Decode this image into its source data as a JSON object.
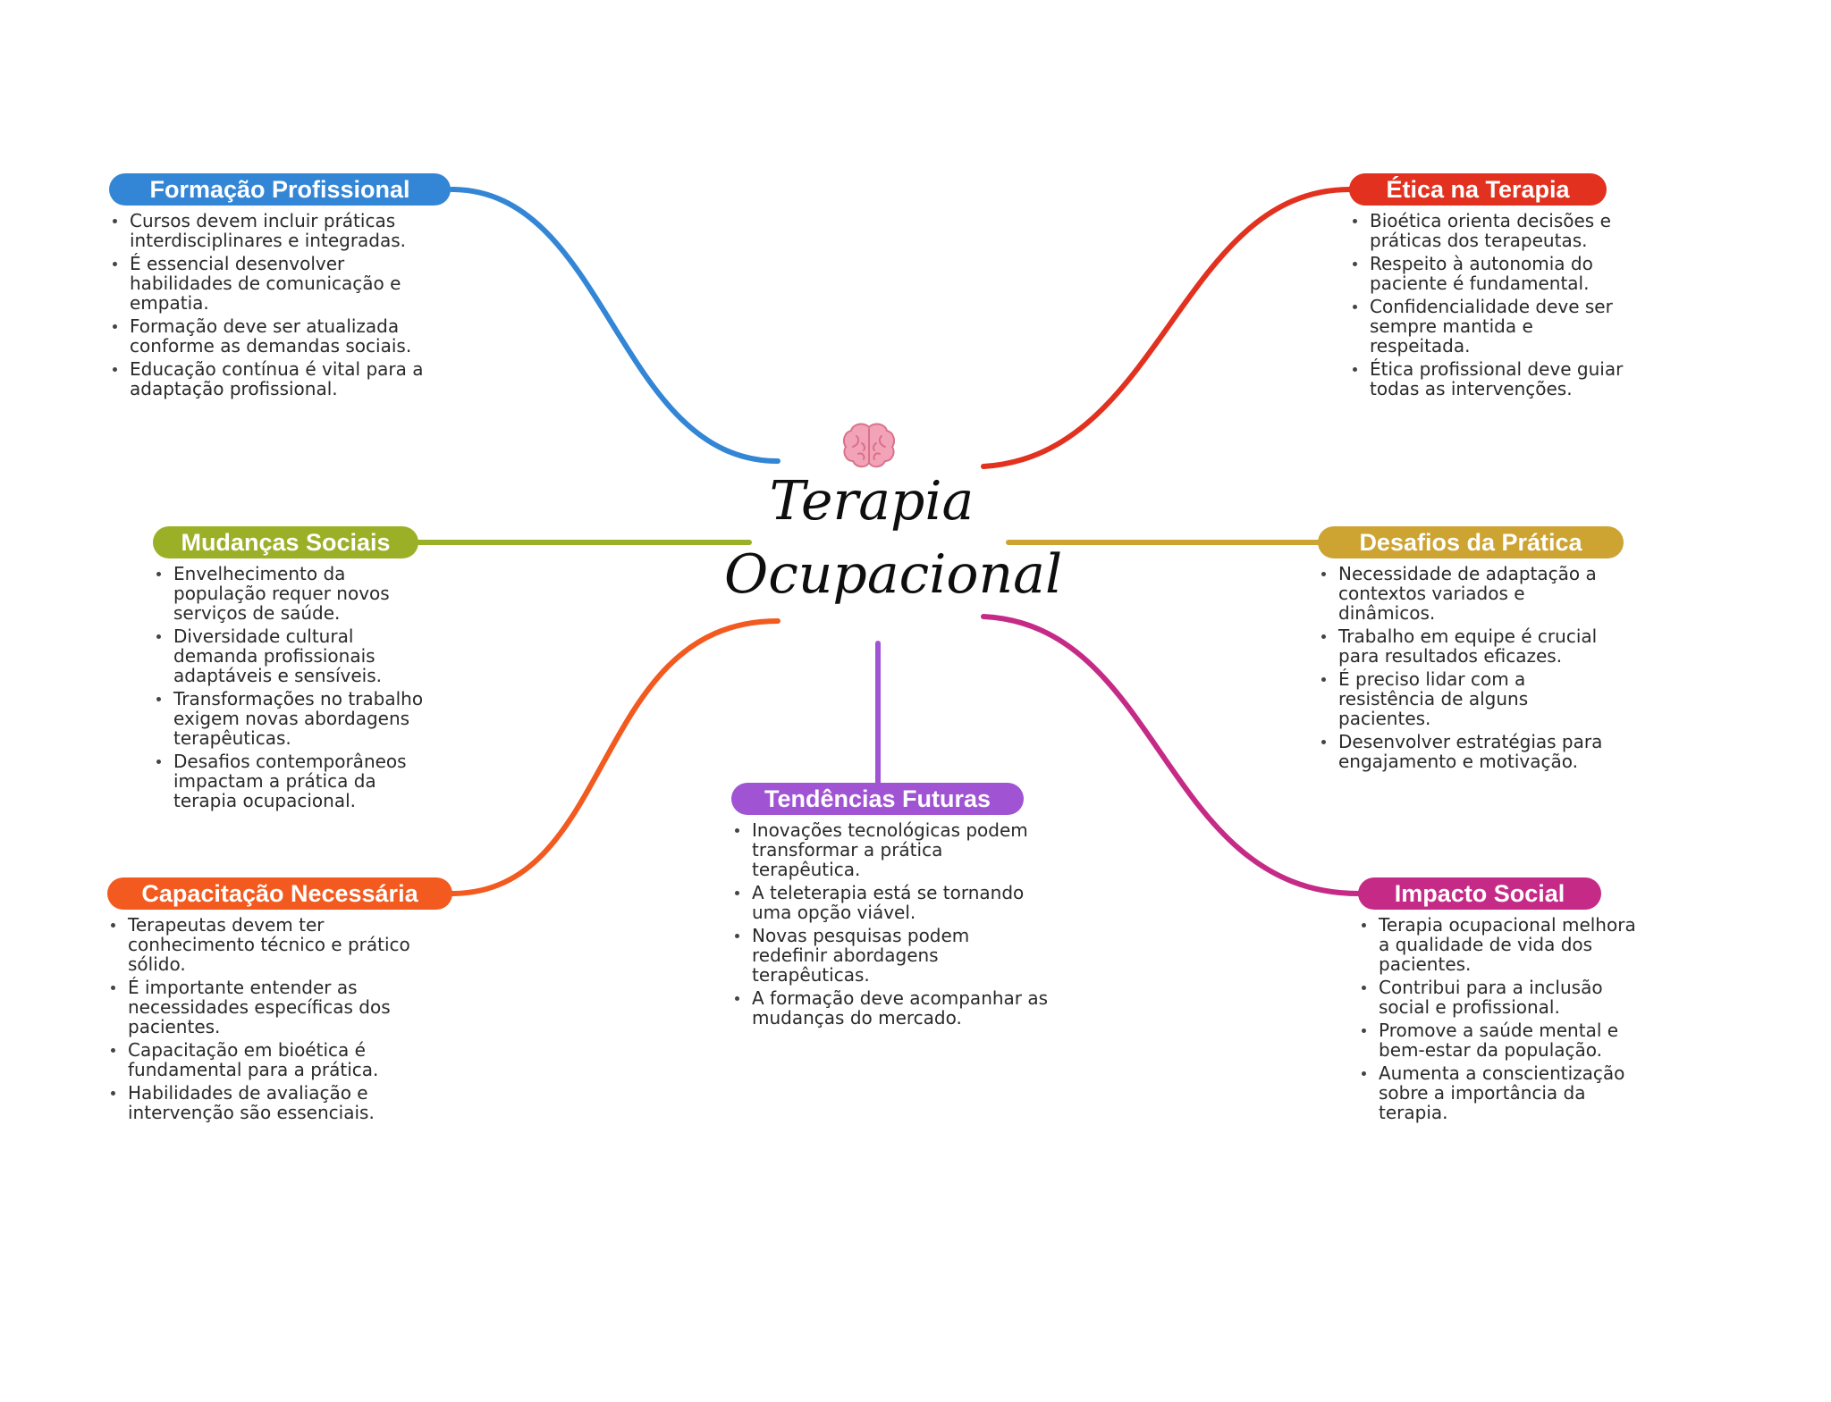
{
  "central": {
    "line1": "Terapia",
    "line2": "Ocupacional",
    "icon": "brain-icon"
  },
  "branches": [
    {
      "id": "formacao",
      "title": "Formação Profissional",
      "color": "#3386d6",
      "items": [
        "Cursos devem incluir práticas interdisciplinares e integradas.",
        "É essencial desenvolver habilidades de comunicação e empatia.",
        "Formação deve ser atualizada conforme as demandas sociais.",
        "Educação contínua é vital para a adaptação profissional."
      ]
    },
    {
      "id": "etica",
      "title": "Ética na Terapia",
      "color": "#e2311f",
      "items": [
        "Bioética orienta decisões e práticas dos terapeutas.",
        "Respeito à autonomia do paciente é fundamental.",
        "Confidencialidade deve ser sempre mantida e respeitada.",
        "Ética profissional deve guiar todas as intervenções."
      ]
    },
    {
      "id": "mudancas",
      "title": "Mudanças Sociais",
      "color": "#9bb026",
      "items": [
        "Envelhecimento da população requer novos serviços de saúde.",
        "Diversidade cultural demanda profissionais adaptáveis e sensíveis.",
        "Transformações no trabalho exigem novas abordagens terapêuticas.",
        "Desafios contemporâneos impactam a prática da terapia ocupacional."
      ]
    },
    {
      "id": "desafios",
      "title": "Desafios da Prática",
      "color": "#cda332",
      "items": [
        "Necessidade de adaptação a contextos variados e dinâmicos.",
        "Trabalho em equipe é crucial para resultados eficazes.",
        "É preciso lidar com a resistência de alguns pacientes.",
        "Desenvolver estratégias para engajamento e motivação."
      ]
    },
    {
      "id": "tendencias",
      "title": "Tendências Futuras",
      "color": "#a053d3",
      "items": [
        "Inovações tecnológicas podem transformar a prática terapêutica.",
        "A teleterapia está se tornando uma opção viável.",
        "Novas pesquisas podem redefinir abordagens terapêuticas.",
        "A formação deve acompanhar as mudanças do mercado."
      ]
    },
    {
      "id": "capacitacao",
      "title": "Capacitação Necessária",
      "color": "#f25a1f",
      "items": [
        "Terapeutas devem ter conhecimento técnico e prático sólido.",
        "É importante entender as necessidades específicas dos pacientes.",
        "Capacitação em bioética é fundamental para a prática.",
        "Habilidades de avaliação e intervenção são essenciais."
      ]
    },
    {
      "id": "impacto",
      "title": "Impacto Social",
      "color": "#c52b86",
      "items": [
        "Terapia ocupacional melhora a qualidade de vida dos pacientes.",
        "Contribui para a inclusão social e profissional.",
        "Promove a saúde mental e bem-estar da população.",
        "Aumenta a conscientização sobre a importância da terapia."
      ]
    }
  ]
}
